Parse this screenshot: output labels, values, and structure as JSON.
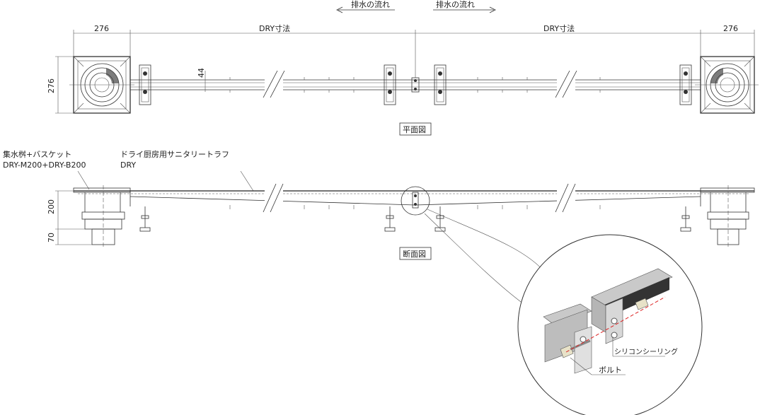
{
  "flow": {
    "left_label": "排水の流れ",
    "right_label": "排水の流れ"
  },
  "plan": {
    "dim_left": "276",
    "dim_center_left": "DRY寸法",
    "dim_center_right": "DRY寸法",
    "dim_right": "276",
    "dim_side": "276",
    "dim_44": "44",
    "caption": "平面図"
  },
  "section": {
    "label1_line1": "集水桝+バスケット",
    "label1_line2": "DRY-M200+DRY-B200",
    "label2_line1": "ドライ厨房用サニタリートラフ",
    "label2_line2": "DRY",
    "dim_200": "200",
    "dim_70": "70",
    "caption": "断面図"
  },
  "detail": {
    "silicone_label": "シリコンシーリング",
    "bolt_label": "ボルト"
  }
}
